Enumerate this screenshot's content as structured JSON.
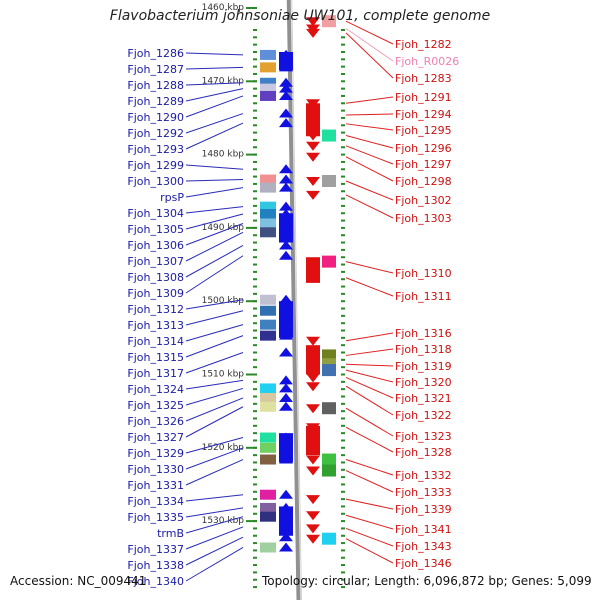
{
  "title": "Flavobacterium johnsoniae UW101, complete genome",
  "footer": {
    "accession": "Accession: NC_009441",
    "summary": "Topology: circular; Length: 6,096,872 bp; Genes: 5,099"
  },
  "colors": {
    "left_label": "#1a1aa8",
    "right_label": "#d01010",
    "right_label_faint": "#f080b0",
    "backbone": "#909090",
    "tick": "#2a8a2a",
    "left_arrow": "#1010e0",
    "right_arrow": "#e01010"
  },
  "scale_labels": [
    {
      "text": "1460 kbp",
      "pos": 1460
    },
    {
      "text": "1470 kbp",
      "pos": 1470
    },
    {
      "text": "1480 kbp",
      "pos": 1480
    },
    {
      "text": "1490 kbp",
      "pos": 1490
    },
    {
      "text": "1500 kbp",
      "pos": 1500
    },
    {
      "text": "1510 kbp",
      "pos": 1510
    },
    {
      "text": "1520 kbp",
      "pos": 1520
    },
    {
      "text": "1530 kbp",
      "pos": 1530
    }
  ],
  "left_genes": [
    {
      "label": "Fjoh_1286",
      "pos": 1466.4,
      "block": "#5f8fd8"
    },
    {
      "label": "Fjoh_1287",
      "pos": 1468.1,
      "block": "#e2a030"
    },
    {
      "label": "Fjoh_1288",
      "pos": 1470.2,
      "block": "#4080c8"
    },
    {
      "label": "Fjoh_1289",
      "pos": 1471.0,
      "block": "#c8c8e0"
    },
    {
      "label": "Fjoh_1290",
      "pos": 1472.0,
      "block": "#6040c0"
    },
    {
      "label": "Fjoh_1292",
      "pos": 1474.4,
      "block": ""
    },
    {
      "label": "Fjoh_1293",
      "pos": 1475.7,
      "block": ""
    },
    {
      "label": "Fjoh_1299",
      "pos": 1482.0,
      "block": ""
    },
    {
      "label": "Fjoh_1300",
      "pos": 1483.4,
      "block": "#f09090"
    },
    {
      "label": "rpsP",
      "pos": 1484.5,
      "block": "#b0b0c0"
    },
    {
      "label": "Fjoh_1304",
      "pos": 1487.1,
      "block": "#30c8e0"
    },
    {
      "label": "Fjoh_1305",
      "pos": 1488.1,
      "block": "#2080c0"
    },
    {
      "label": "Fjoh_1306",
      "pos": 1489.4,
      "block": "#80c0e0"
    },
    {
      "label": "Fjoh_1307",
      "pos": 1490.6,
      "block": "#405080"
    },
    {
      "label": "Fjoh_1308",
      "pos": 1492.4,
      "block": ""
    },
    {
      "label": "Fjoh_1309",
      "pos": 1493.8,
      "block": ""
    },
    {
      "label": "Fjoh_1312",
      "pos": 1499.8,
      "block": "#c0c0d0"
    },
    {
      "label": "Fjoh_1313",
      "pos": 1501.3,
      "block": "#3070b0"
    },
    {
      "label": "Fjoh_1314",
      "pos": 1503.2,
      "block": "#4080c0"
    },
    {
      "label": "Fjoh_1315",
      "pos": 1504.7,
      "block": "#303090"
    },
    {
      "label": "Fjoh_1317",
      "pos": 1507.0,
      "block": ""
    },
    {
      "label": "Fjoh_1324",
      "pos": 1510.8,
      "block": ""
    },
    {
      "label": "Fjoh_1325",
      "pos": 1511.9,
      "block": "#20d0f0"
    },
    {
      "label": "Fjoh_1326",
      "pos": 1513.2,
      "block": "#d8c8a0"
    },
    {
      "label": "Fjoh_1327",
      "pos": 1514.4,
      "block": "#e0e0a0"
    },
    {
      "label": "Fjoh_1329",
      "pos": 1518.6,
      "block": "#20e0a0"
    },
    {
      "label": "Fjoh_1330",
      "pos": 1520.0,
      "block": "#70d060"
    },
    {
      "label": "Fjoh_1331",
      "pos": 1521.6,
      "block": "#806040"
    },
    {
      "label": "Fjoh_1334",
      "pos": 1526.4,
      "block": "#e020a0"
    },
    {
      "label": "Fjoh_1335",
      "pos": 1528.2,
      "block": "#8060a0"
    },
    {
      "label": "trmB",
      "pos": 1529.4,
      "block": "#303080"
    },
    {
      "label": "Fjoh_1337",
      "pos": 1530.8,
      "block": ""
    },
    {
      "label": "Fjoh_1338",
      "pos": 1532.2,
      "block": ""
    },
    {
      "label": "Fjoh_1340",
      "pos": 1533.6,
      "block": "#a0d0a0"
    }
  ],
  "right_genes": [
    {
      "label": "Fjoh_1282",
      "pos": 1461.8,
      "block": "#f0a0a0",
      "faint": false
    },
    {
      "label": "Fjoh_R0026",
      "pos": 1462.8,
      "block": "",
      "faint": true
    },
    {
      "label": "Fjoh_1283",
      "pos": 1463.4,
      "block": "",
      "faint": false
    },
    {
      "label": "Fjoh_1291",
      "pos": 1473.0,
      "block": "",
      "faint": false
    },
    {
      "label": "Fjoh_1294",
      "pos": 1474.6,
      "block": "",
      "faint": false
    },
    {
      "label": "Fjoh_1295",
      "pos": 1475.8,
      "block": "",
      "faint": false
    },
    {
      "label": "Fjoh_1296",
      "pos": 1477.4,
      "block": "#20e0a0",
      "faint": false
    },
    {
      "label": "Fjoh_1297",
      "pos": 1478.8,
      "block": "",
      "faint": false
    },
    {
      "label": "Fjoh_1298",
      "pos": 1480.3,
      "block": "",
      "faint": false
    },
    {
      "label": "Fjoh_1302",
      "pos": 1483.6,
      "block": "#a0a0a0",
      "faint": false
    },
    {
      "label": "Fjoh_1303",
      "pos": 1485.5,
      "block": "",
      "faint": false
    },
    {
      "label": "Fjoh_1310",
      "pos": 1494.6,
      "block": "#f02080",
      "faint": false
    },
    {
      "label": "Fjoh_1311",
      "pos": 1496.8,
      "block": "",
      "faint": false
    },
    {
      "label": "Fjoh_1316",
      "pos": 1505.4,
      "block": "",
      "faint": false
    },
    {
      "label": "Fjoh_1318",
      "pos": 1507.4,
      "block": "#708020",
      "faint": false
    },
    {
      "label": "Fjoh_1319",
      "pos": 1508.6,
      "block": "#90a040",
      "faint": false
    },
    {
      "label": "Fjoh_1320",
      "pos": 1509.4,
      "block": "#4070b0",
      "faint": false
    },
    {
      "label": "Fjoh_1321",
      "pos": 1510.4,
      "block": "",
      "faint": false
    },
    {
      "label": "Fjoh_1322",
      "pos": 1511.6,
      "block": "",
      "faint": false
    },
    {
      "label": "Fjoh_1323",
      "pos": 1514.6,
      "block": "#606060",
      "faint": false
    },
    {
      "label": "Fjoh_1328",
      "pos": 1517.2,
      "block": "",
      "faint": false
    },
    {
      "label": "Fjoh_1332",
      "pos": 1521.6,
      "block": "#40c040",
      "faint": false
    },
    {
      "label": "Fjoh_1333",
      "pos": 1523.1,
      "block": "#30a030",
      "faint": false
    },
    {
      "label": "Fjoh_1339",
      "pos": 1527.0,
      "block": "",
      "faint": false
    },
    {
      "label": "Fjoh_1341",
      "pos": 1529.2,
      "block": "",
      "faint": false
    },
    {
      "label": "Fjoh_1343",
      "pos": 1531.0,
      "block": "",
      "faint": false
    },
    {
      "label": "Fjoh_1346",
      "pos": 1532.4,
      "block": "#20d0f0",
      "faint": false
    }
  ]
}
